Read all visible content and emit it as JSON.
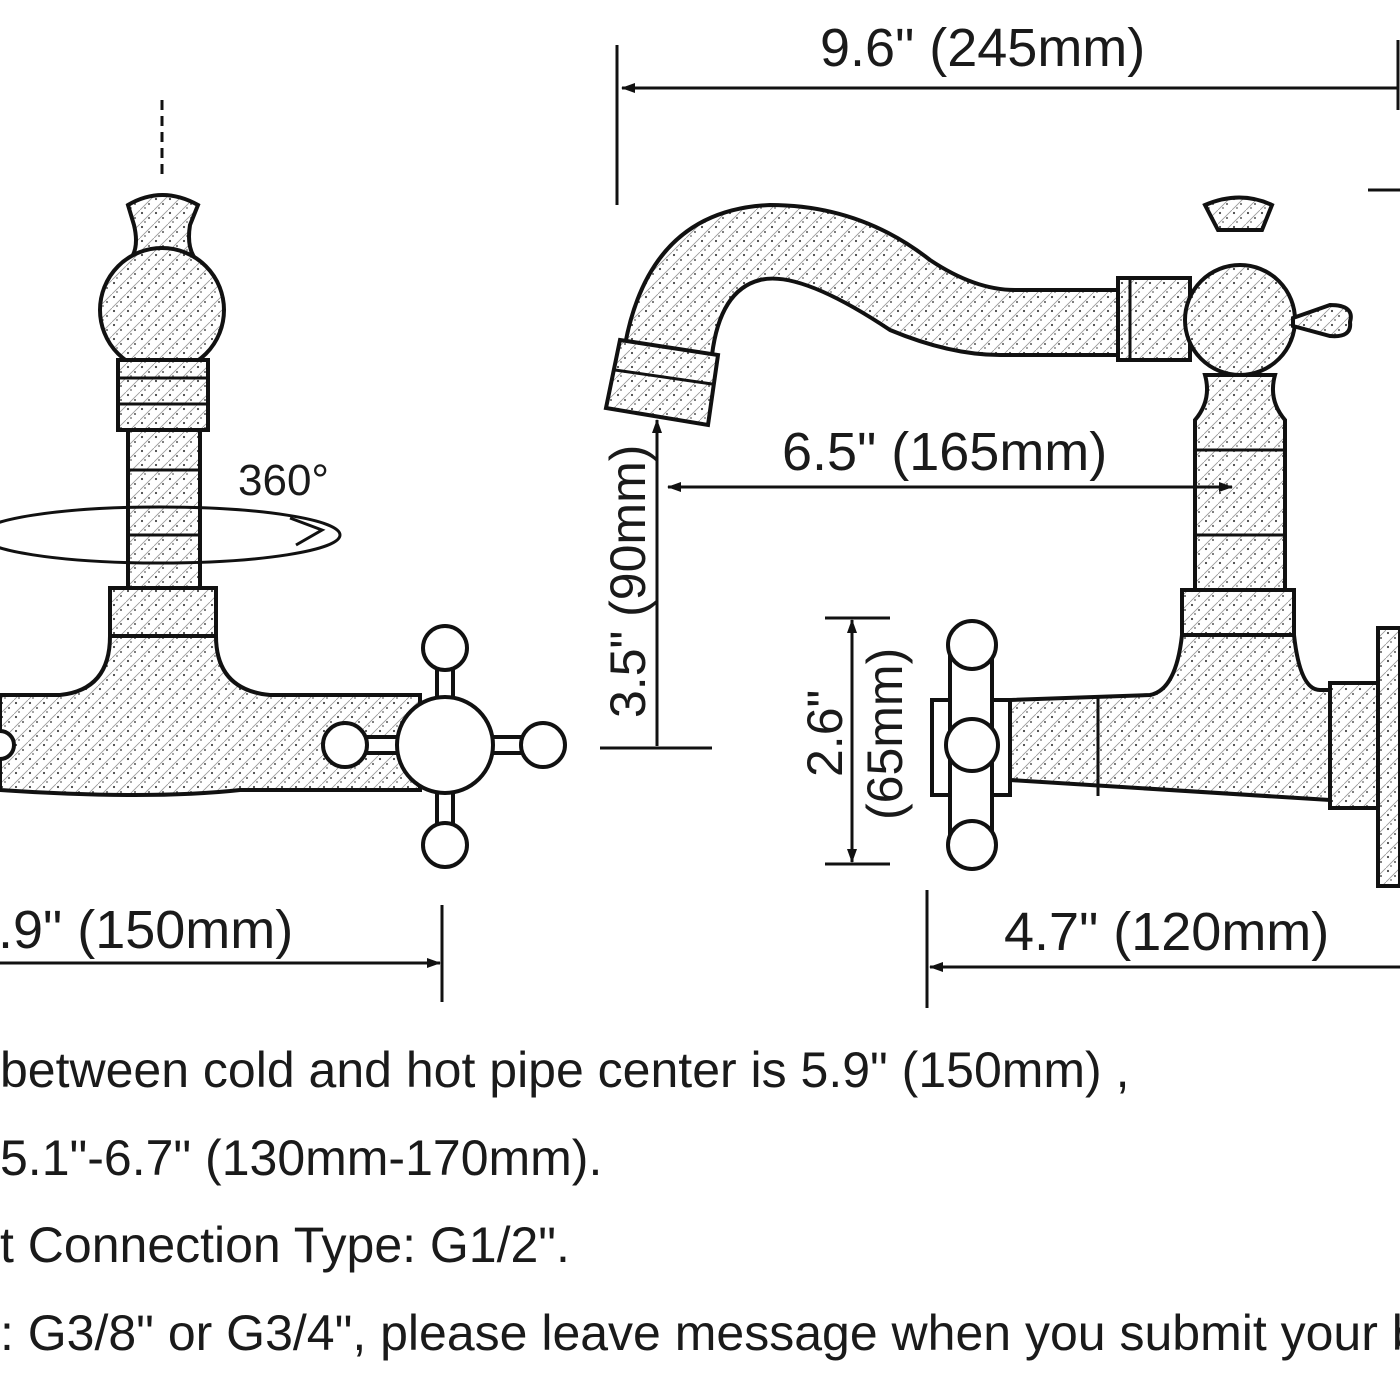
{
  "dimensions": {
    "overall_length": "9.6\" (245mm)",
    "spout_reach": "6.5\" (165mm)",
    "spout_height": "3.5\" (90mm)",
    "escutcheon_height_a": "2.6\"",
    "escutcheon_height_b": "(65mm)",
    "wall_projection": "4.7\" (120mm)",
    "center_distance": ".9\" (150mm)",
    "swivel": "360°"
  },
  "notes": [
    "between cold and hot pipe center is 5.9\" (150mm) ,",
    " 5.1\"-6.7\" (130mm-170mm).",
    "t Connection Type: G1/2\".",
    ": G3/8\" or G3/4\", please leave message when you submit your b"
  ],
  "colors": {
    "ink": "#111111",
    "background": "#ffffff"
  }
}
